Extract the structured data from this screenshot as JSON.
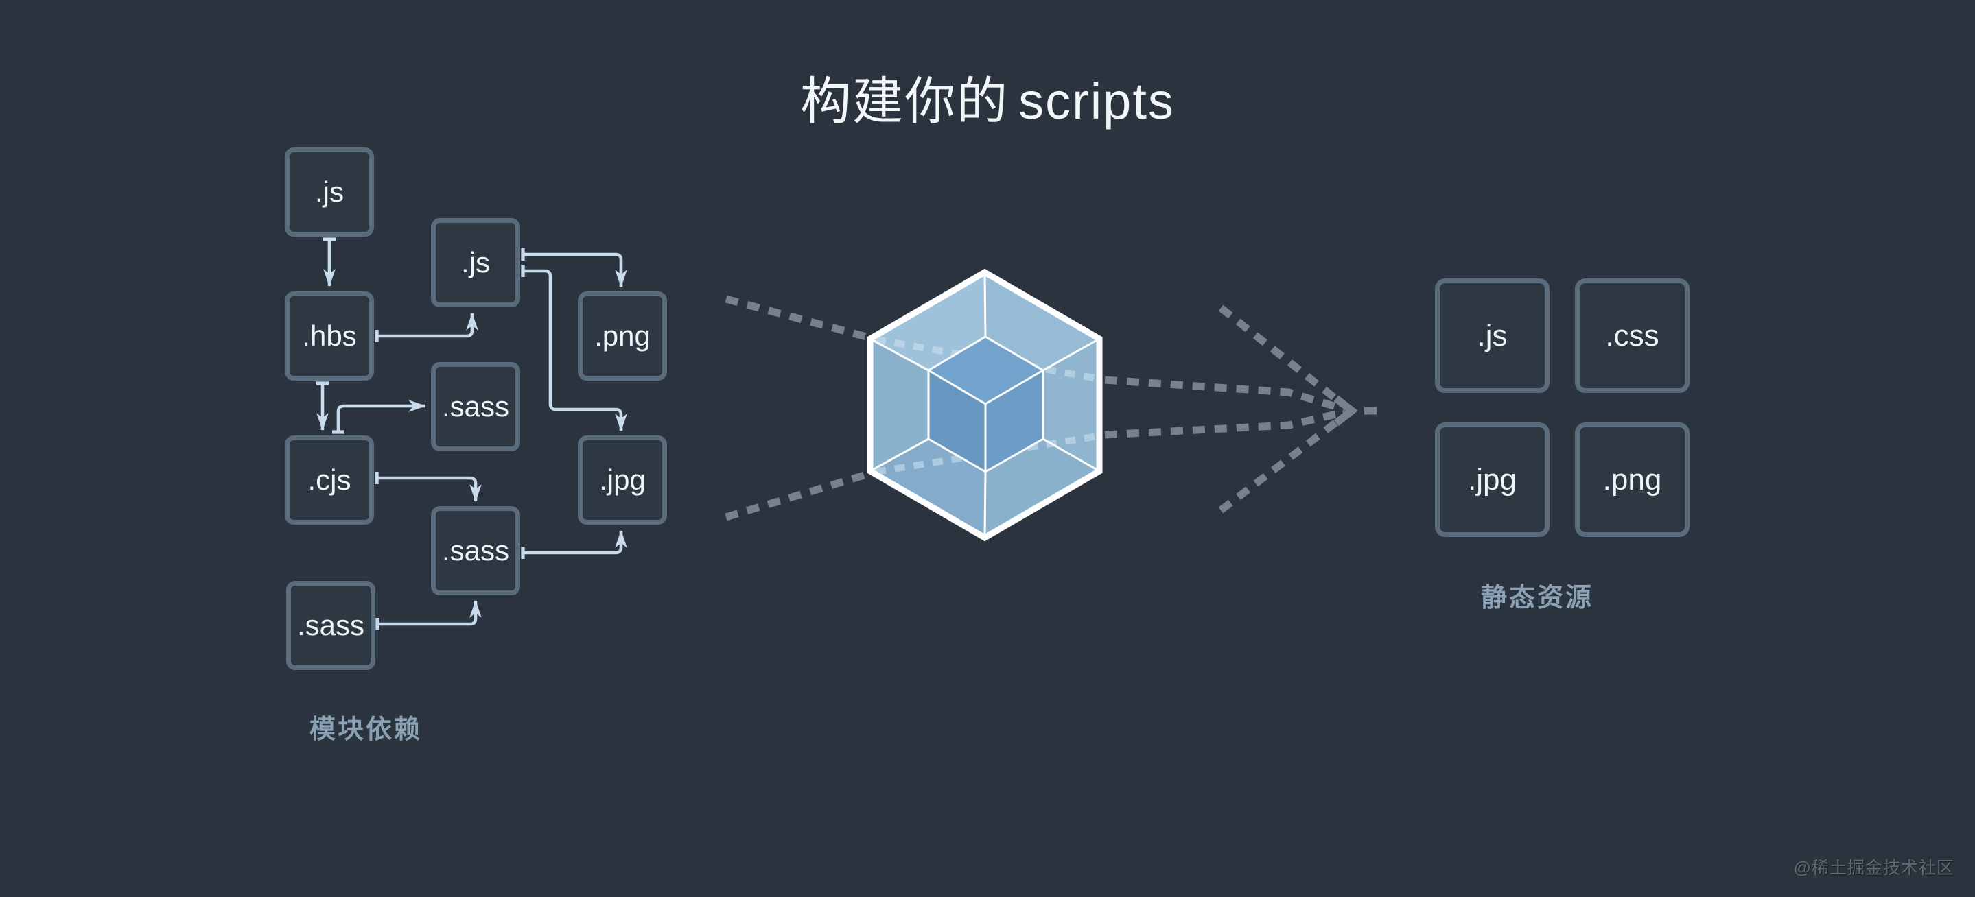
{
  "title": {
    "cjk": "构建你的",
    "latin": "scripts"
  },
  "module_graph": {
    "caption": "模块依赖",
    "nodes": [
      {
        "id": "js-entry",
        "label": ".js"
      },
      {
        "id": "js-lib",
        "label": ".js"
      },
      {
        "id": "hbs",
        "label": ".hbs"
      },
      {
        "id": "png",
        "label": ".png"
      },
      {
        "id": "sass-a",
        "label": ".sass"
      },
      {
        "id": "cjs",
        "label": ".cjs"
      },
      {
        "id": "jpg",
        "label": ".jpg"
      },
      {
        "id": "sass-b",
        "label": ".sass"
      },
      {
        "id": "sass-c",
        "label": ".sass"
      }
    ],
    "edges": [
      {
        "from": "js-entry",
        "to": "hbs"
      },
      {
        "from": "hbs",
        "to": "js-lib"
      },
      {
        "from": "js-lib",
        "to": "png"
      },
      {
        "from": "js-lib",
        "to": "jpg"
      },
      {
        "from": "hbs",
        "to": "cjs"
      },
      {
        "from": "cjs",
        "to": "sass-a"
      },
      {
        "from": "cjs",
        "to": "sass-b"
      },
      {
        "from": "sass-b",
        "to": "jpg"
      },
      {
        "from": "sass-c",
        "to": "sass-b"
      }
    ]
  },
  "bundler": {
    "name": "webpack-cube"
  },
  "output_assets": {
    "caption": "静态资源",
    "nodes": [
      {
        "id": "out-js",
        "label": ".js"
      },
      {
        "id": "out-css",
        "label": ".css"
      },
      {
        "id": "out-jpg",
        "label": ".jpg"
      },
      {
        "id": "out-png",
        "label": ".png"
      }
    ]
  },
  "watermark": "@稀土掘金技术社区",
  "colors": {
    "background": "#2b343e",
    "node_border": "#5a6b7b",
    "node_fill": "#2e3843",
    "node_text": "#f2f5f7",
    "arrow": "#c7dbec",
    "dashed_gray": "#76818b",
    "dashed_light": "#cfe3f2",
    "cube_outer_face": "#8fb6d0",
    "cube_inner_face": "#6c9cc6",
    "cube_edge": "#ffffff",
    "caption_text": "#8ba1b4",
    "title_text": "#f3f6f8"
  }
}
